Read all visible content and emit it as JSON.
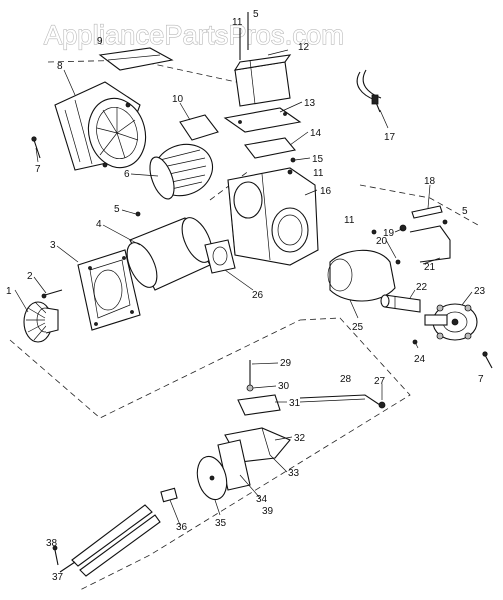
{
  "watermark": "AppliancePartsPros.com",
  "callouts": [
    {
      "id": "c1",
      "label": "1"
    },
    {
      "id": "c2",
      "label": "2"
    },
    {
      "id": "c3",
      "label": "3"
    },
    {
      "id": "c4",
      "label": "4"
    },
    {
      "id": "c5a",
      "label": "5"
    },
    {
      "id": "c5b",
      "label": "5"
    },
    {
      "id": "c5c",
      "label": "5"
    },
    {
      "id": "c6",
      "label": "6"
    },
    {
      "id": "c7a",
      "label": "7"
    },
    {
      "id": "c7b",
      "label": "7"
    },
    {
      "id": "c8",
      "label": "8"
    },
    {
      "id": "c9",
      "label": "9"
    },
    {
      "id": "c10",
      "label": "10"
    },
    {
      "id": "c11a",
      "label": "11"
    },
    {
      "id": "c11b",
      "label": "11"
    },
    {
      "id": "c11c",
      "label": "11"
    },
    {
      "id": "c12",
      "label": "12"
    },
    {
      "id": "c13",
      "label": "13"
    },
    {
      "id": "c14",
      "label": "14"
    },
    {
      "id": "c15",
      "label": "15"
    },
    {
      "id": "c16",
      "label": "16"
    },
    {
      "id": "c17",
      "label": "17"
    },
    {
      "id": "c18",
      "label": "18"
    },
    {
      "id": "c19",
      "label": "19"
    },
    {
      "id": "c20",
      "label": "20"
    },
    {
      "id": "c21",
      "label": "21"
    },
    {
      "id": "c22",
      "label": "22"
    },
    {
      "id": "c23",
      "label": "23"
    },
    {
      "id": "c24",
      "label": "24"
    },
    {
      "id": "c25",
      "label": "25"
    },
    {
      "id": "c26",
      "label": "26"
    },
    {
      "id": "c27",
      "label": "27"
    },
    {
      "id": "c28",
      "label": "28"
    },
    {
      "id": "c29",
      "label": "29"
    },
    {
      "id": "c30",
      "label": "30"
    },
    {
      "id": "c31",
      "label": "31"
    },
    {
      "id": "c32",
      "label": "32"
    },
    {
      "id": "c33",
      "label": "33"
    },
    {
      "id": "c34",
      "label": "34"
    },
    {
      "id": "c35",
      "label": "35"
    },
    {
      "id": "c36",
      "label": "36"
    },
    {
      "id": "c37",
      "label": "37"
    },
    {
      "id": "c38",
      "label": "38"
    },
    {
      "id": "c39",
      "label": "39"
    }
  ]
}
